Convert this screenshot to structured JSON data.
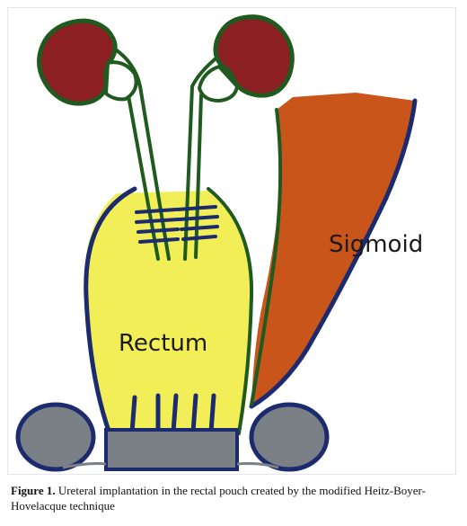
{
  "diagram": {
    "labels": {
      "sigmoid": "Sigmoid",
      "rectum": "Rectum"
    }
  },
  "caption": {
    "label": "Figure 1.",
    "text": " Ureteral implantation in the rectal pouch created by the modified Heitz-Boyer-Hovelacque technique"
  },
  "colors": {
    "kidney": "#8b1f21",
    "ureter_outline": "#1f5a1f",
    "rectum": "#f2ee57",
    "sigmoid": "#c9551b",
    "outline": "#1c2a6e",
    "stoma": "#7b7f86",
    "background": "#ffffff"
  }
}
